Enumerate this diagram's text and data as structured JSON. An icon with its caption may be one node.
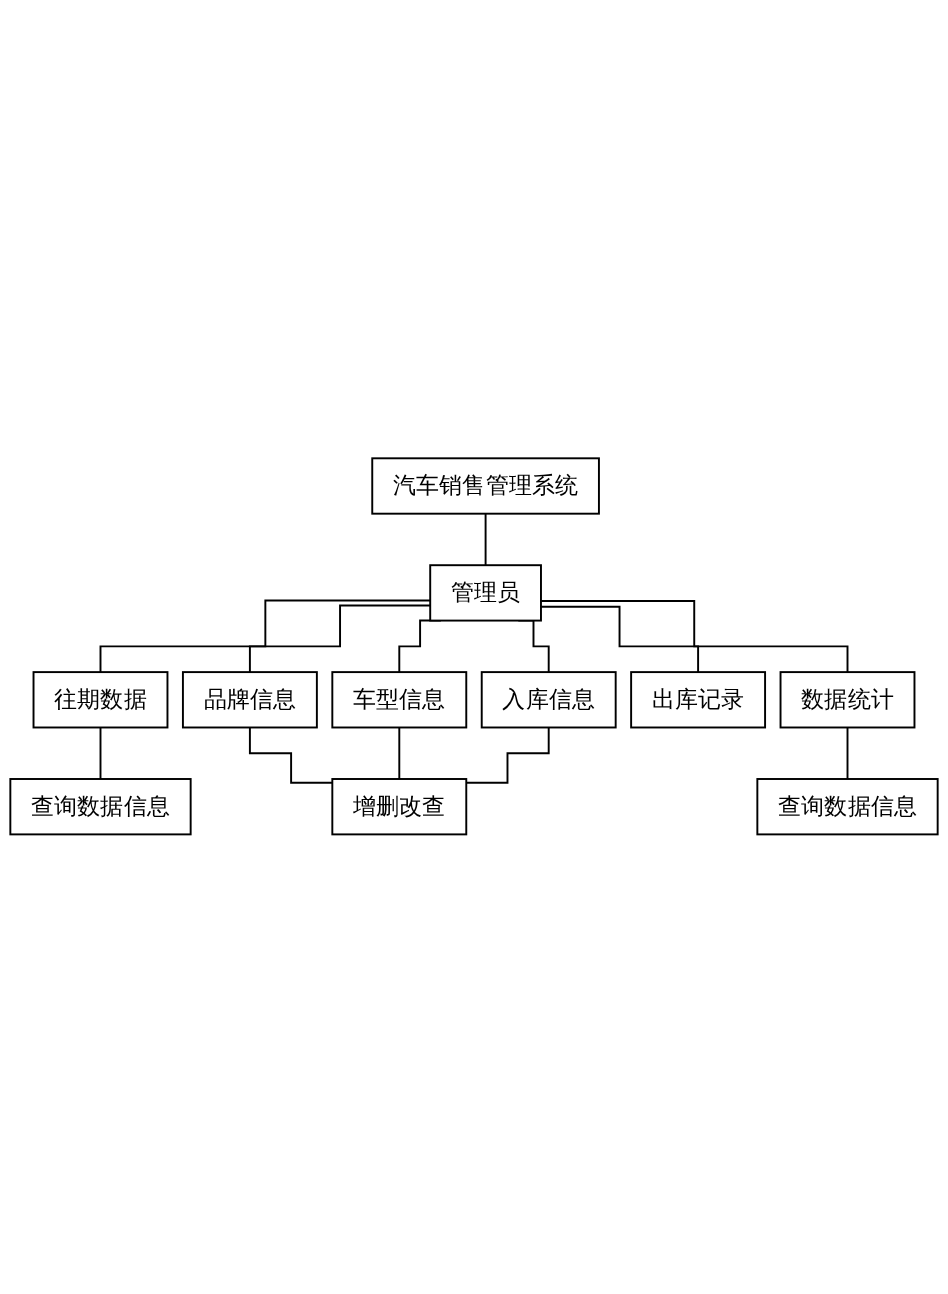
{
  "diagram": {
    "nodes": [
      {
        "text": [
          "汽车销售管理系统"
        ]
      },
      {
        "text": [
          "管理员"
        ]
      },
      {
        "text": [
          "往期数据"
        ]
      },
      {
        "text": [
          "品牌信息"
        ]
      },
      {
        "text": [
          "车型信息"
        ]
      },
      {
        "text": [
          "入库信息"
        ]
      },
      {
        "text": [
          "出库记录"
        ]
      },
      {
        "text": [
          "数据统计"
        ]
      },
      {
        "text": [
          "查询数据信息"
        ]
      },
      {
        "text": [
          "增删改查"
        ]
      },
      {
        "text": [
          "查询数据信息"
        ]
      }
    ],
    "edges": [
      {
        "from": 0,
        "to": 1,
        "arrow": "none"
      },
      {
        "from": 1,
        "to": 2,
        "arrow": "none"
      },
      {
        "from": 1,
        "to": 3,
        "arrow": "none"
      },
      {
        "from": 1,
        "to": 4,
        "arrow": "none"
      },
      {
        "from": 1,
        "to": 5,
        "arrow": "none"
      },
      {
        "from": 1,
        "to": 6,
        "arrow": "none"
      },
      {
        "from": 1,
        "to": 7,
        "arrow": "none"
      },
      {
        "from": 2,
        "to": 8,
        "arrow": "none"
      },
      {
        "from": 3,
        "to": 9,
        "arrow": "none"
      },
      {
        "from": 4,
        "to": 9,
        "arrow": "none"
      },
      {
        "from": 5,
        "to": 9,
        "arrow": "none"
      },
      {
        "from": 7,
        "to": 10,
        "arrow": "none"
      }
    ]
  }
}
